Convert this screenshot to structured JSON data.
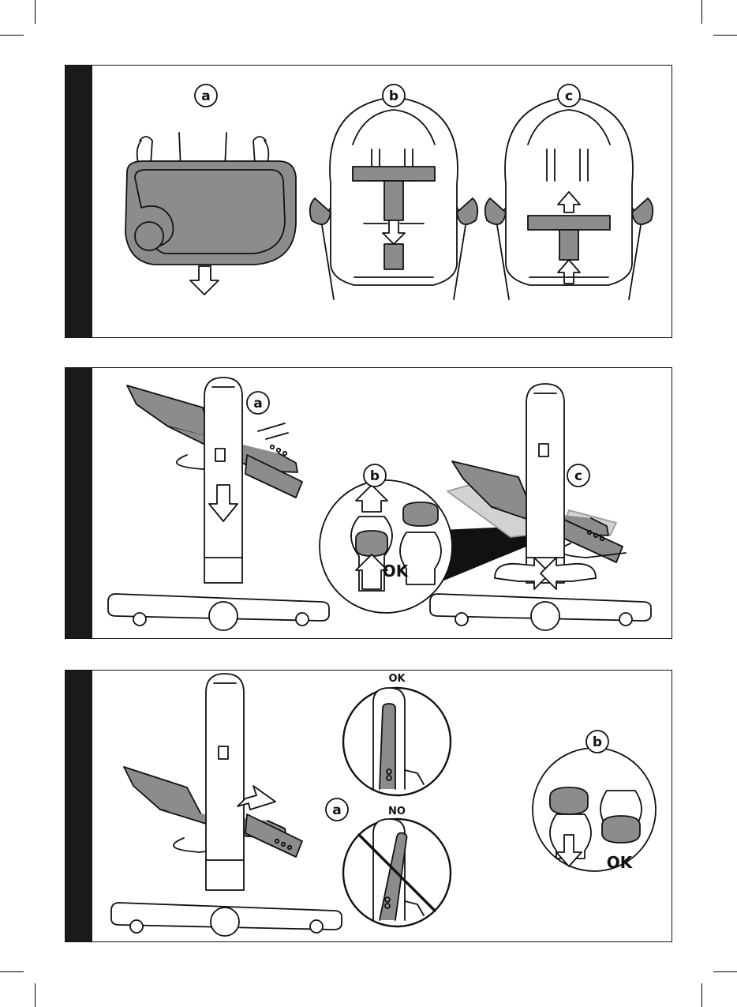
{
  "panels": [
    {
      "labels": {
        "a": "a",
        "b": "b",
        "c": "c"
      }
    },
    {
      "labels": {
        "a": "a",
        "b": "b",
        "c": "c"
      },
      "ok_text": "OK"
    },
    {
      "labels": {
        "a": "a",
        "b": "b"
      },
      "ok_caption": "OK",
      "no_caption": "NO",
      "ok_text": "OK"
    }
  ],
  "colors": {
    "fill_gray": "#8c8c8c",
    "line": "#111111"
  }
}
